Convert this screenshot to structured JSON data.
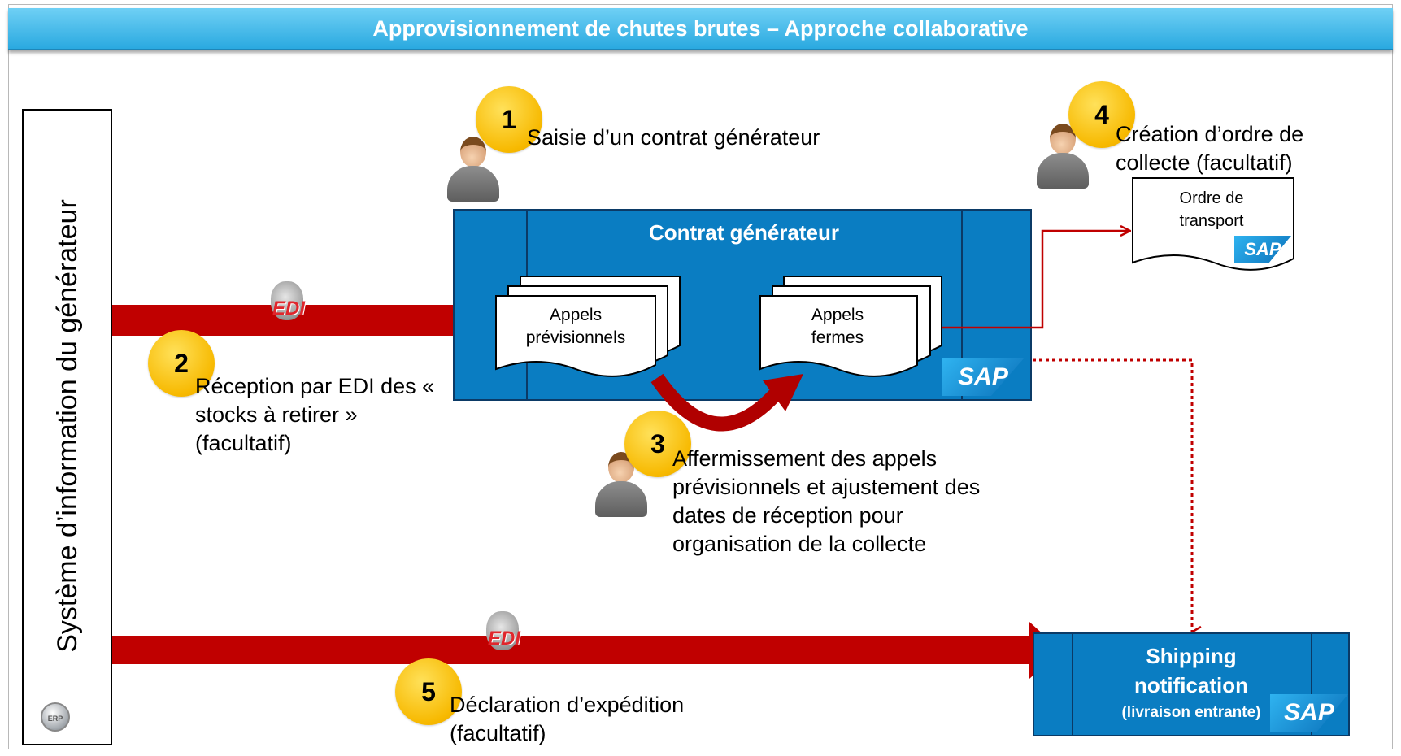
{
  "title": "Approvisionnement de chutes brutes – Approche collaborative",
  "sidebar": {
    "label": "Système d’information du générateur",
    "erp_logo": "ERP"
  },
  "contract_box": {
    "title": "Contrat générateur",
    "sap": "SAP"
  },
  "documents": {
    "forecast": "Appels prévisionnels",
    "firm": "Appels fermes",
    "transport": "Ordre de transport",
    "transport_sap": "SAP"
  },
  "shipping_box": {
    "line1": "Shipping",
    "line2": "notification",
    "line3": "(livraison entrante)",
    "sap": "SAP"
  },
  "steps": [
    {
      "number": "1",
      "text": "Saisie d’un contrat générateur"
    },
    {
      "number": "2",
      "text": "Réception par EDI des « stocks à retirer » (facultatif)"
    },
    {
      "number": "3",
      "text": "Affermissement des appels prévisionnels et ajustement des dates de réception pour organisation de la collecte"
    },
    {
      "number": "4",
      "text": "Création d’ordre de collecte (facultatif)"
    },
    {
      "number": "5",
      "text": "Déclaration d’expédition (facultatif)"
    }
  ],
  "edi_label": "EDI",
  "colors": {
    "arrow": "#c00000",
    "box": "#0a7dc2",
    "badge": "#f7b900",
    "title_bar": "#2aa9e0"
  }
}
